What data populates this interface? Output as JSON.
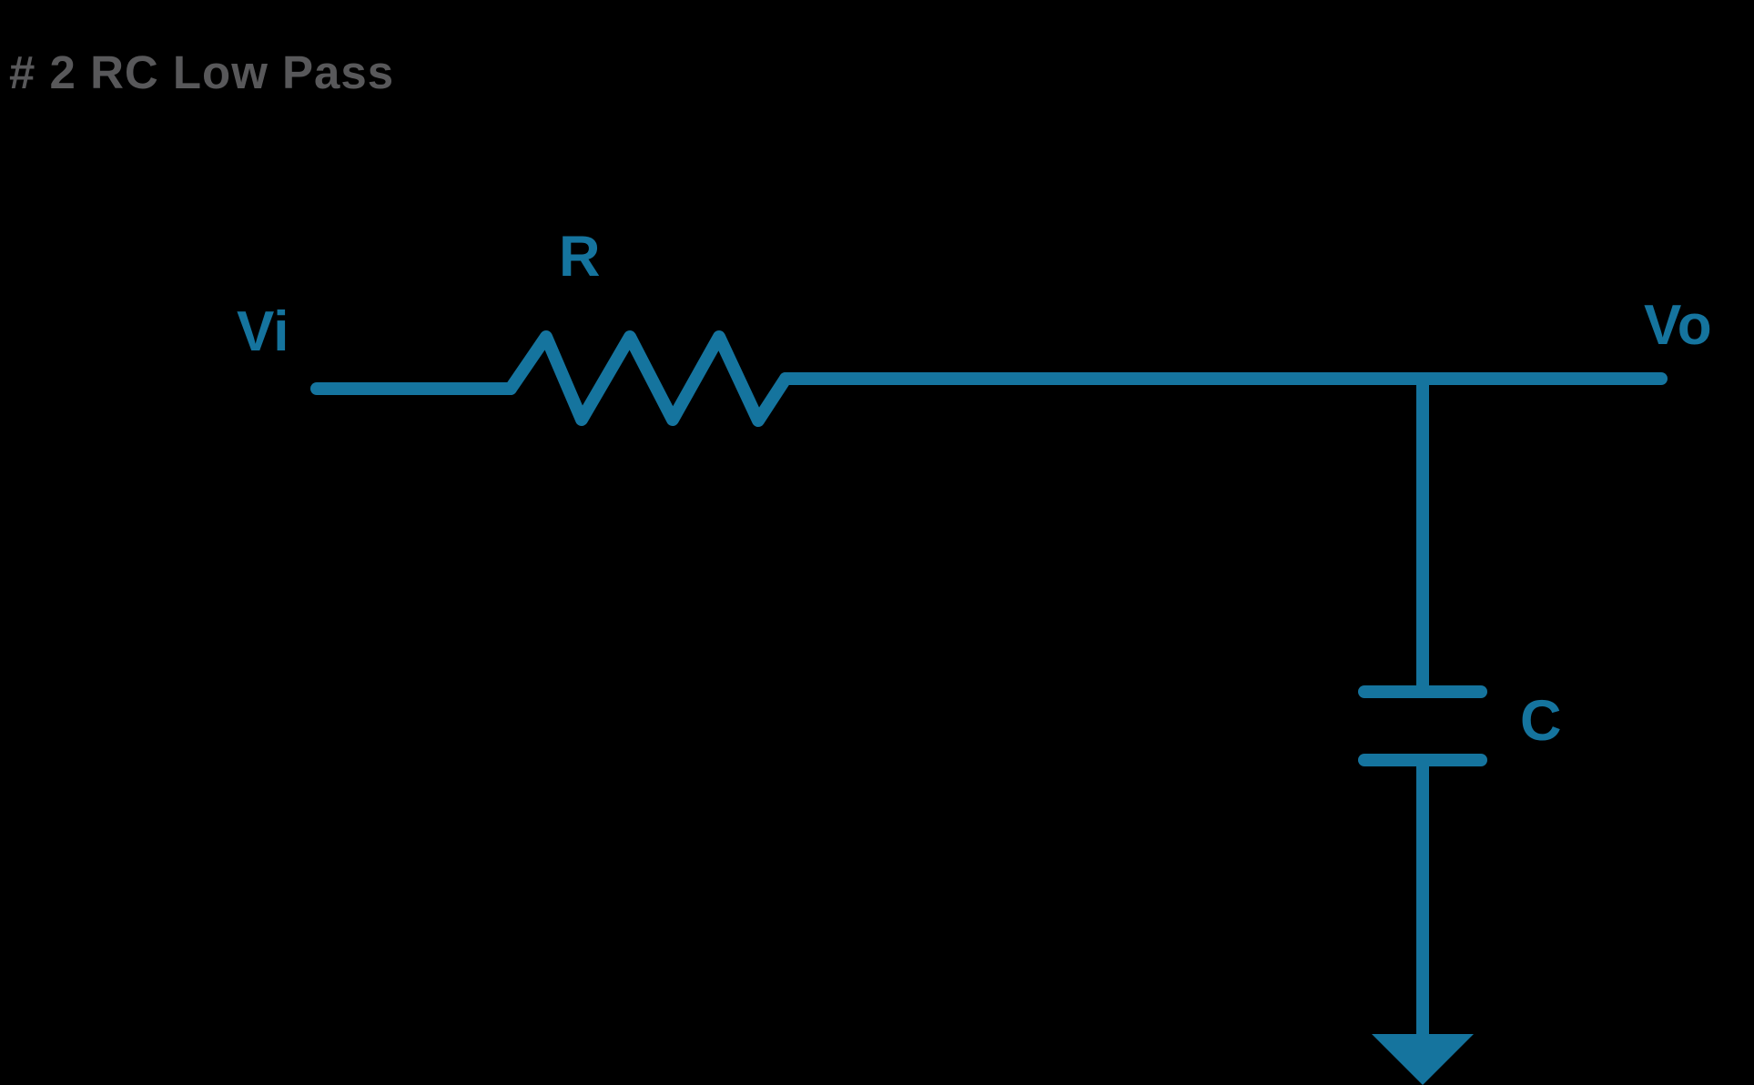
{
  "title": "# 2 RC Low Pass",
  "colors": {
    "background": "#000000",
    "circuit_blue": "#15749e",
    "title_gray": "#58585a"
  },
  "circuit": {
    "type": "rc-low-pass-filter-schematic",
    "input_label": "Vi",
    "resistor_label": "R",
    "output_label": "Vo",
    "capacitor_label": "C",
    "components": [
      {
        "label": "R",
        "kind": "resistor",
        "position": "series-top"
      },
      {
        "label": "C",
        "kind": "capacitor",
        "position": "shunt-to-ground"
      }
    ],
    "nodes": [
      {
        "label": "Vi",
        "role": "input"
      },
      {
        "label": "Vo",
        "role": "output"
      }
    ],
    "ground": "arrow-down"
  }
}
